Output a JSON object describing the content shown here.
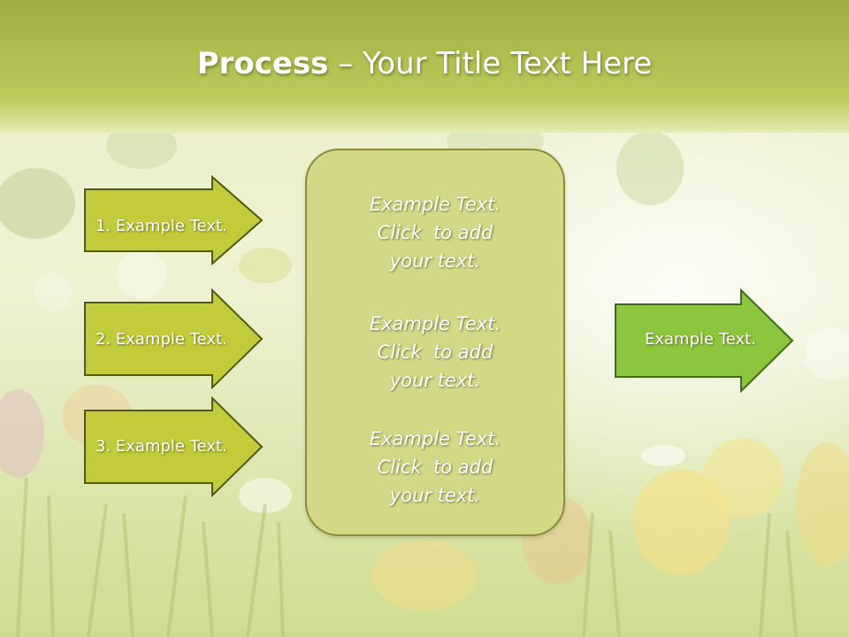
{
  "slide": {
    "title_bold": "Process",
    "title_rest": " – Your Title Text Here"
  },
  "inputs": [
    {
      "label": "1. Example Text."
    },
    {
      "label": "2. Example Text."
    },
    {
      "label": "3. Example Text."
    }
  ],
  "center": {
    "blocks": [
      {
        "lines": [
          "Example Text.",
          "Click  to add",
          "your text."
        ]
      },
      {
        "lines": [
          "Example Text.",
          "Click  to add",
          "your text."
        ]
      },
      {
        "lines": [
          "Example Text.",
          "Click  to add",
          "your text."
        ]
      }
    ]
  },
  "output": {
    "label": "Example Text."
  },
  "colors": {
    "input_arrow_fill": "#c2cc3b",
    "input_arrow_stroke": "#525a12",
    "output_arrow_fill": "#8cc63e",
    "output_arrow_stroke": "#3f6a16",
    "center_box_fill": "#d3d887",
    "header_band": "#a9b94a"
  }
}
